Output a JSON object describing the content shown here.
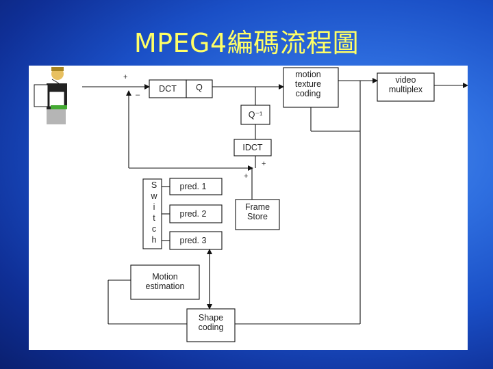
{
  "slide": {
    "title": "MPEG4編碼流程圖"
  },
  "diagram": {
    "blocks": {
      "dct": "DCT",
      "q": "Q",
      "motion_texture_coding": [
        "motion",
        "texture",
        "coding"
      ],
      "video_multiplex": [
        "video",
        "multiplex"
      ],
      "q_inverse": "Q⁻¹",
      "idct": "IDCT",
      "switch_letters": [
        "S",
        "w",
        "i",
        "t",
        "c",
        "h"
      ],
      "pred1": "pred. 1",
      "pred2": "pred. 2",
      "pred3": "pred. 3",
      "frame_store": [
        "Frame",
        "Store"
      ],
      "motion_estimation": [
        "Motion",
        "estimation"
      ],
      "shape_coding": [
        "Shape",
        "coding"
      ]
    },
    "signs": {
      "input_plus": "+",
      "input_minus": "–",
      "idct_plus": "+",
      "pred_plus": "+"
    }
  }
}
